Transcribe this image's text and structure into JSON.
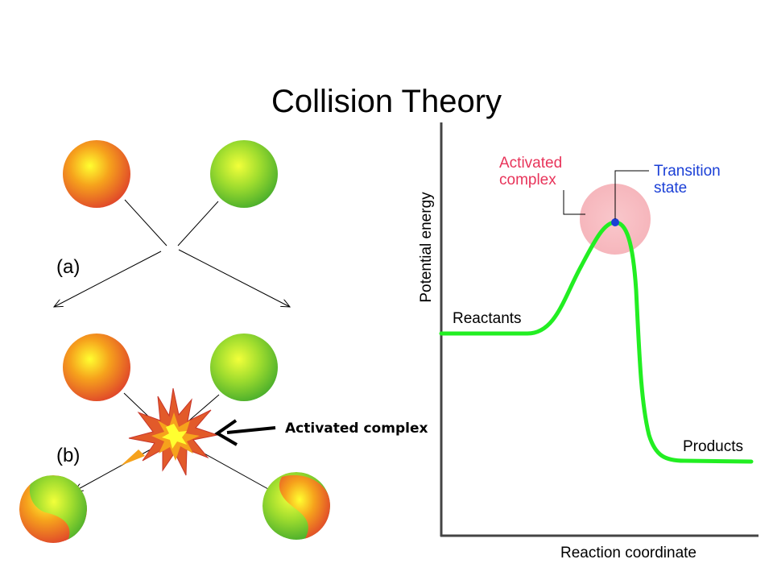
{
  "title": "Collision Theory",
  "panel_a": {
    "label": "(a)"
  },
  "panel_b": {
    "label": "(b)",
    "callout": "Activated complex"
  },
  "plot": {
    "ylabel": "Potential energy",
    "xlabel": "Reaction coordinate",
    "reactants": "Reactants",
    "products": "Products",
    "activated_line1": "Activated",
    "activated_line2": "complex",
    "transition_line1": "Transition",
    "transition_line2": "state"
  },
  "colors": {
    "curve": "#22ee22",
    "activated": "#e8345a",
    "transition": "#1a3fd6",
    "highlight": "#f8c8cc"
  },
  "icons": [
    "orange-sphere",
    "green-sphere",
    "explosion-burst",
    "split-sphere",
    "arrow"
  ]
}
